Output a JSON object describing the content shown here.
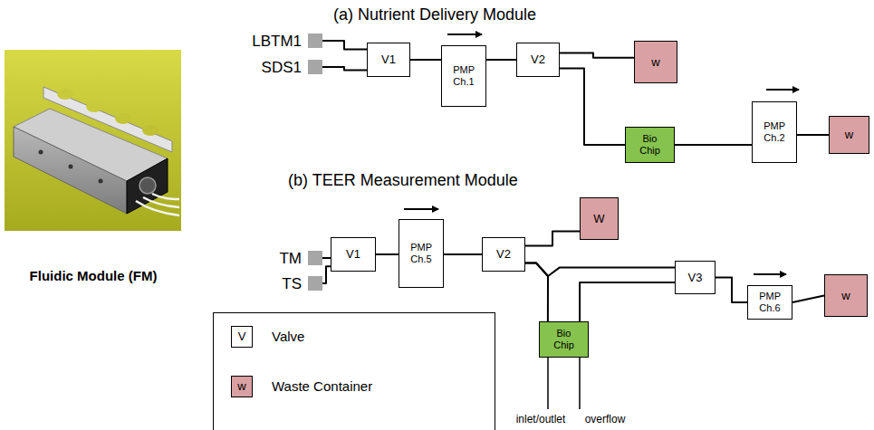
{
  "diagram": {
    "nodes": [
      {
        "text": [
          "LBTM1"
        ]
      },
      {
        "text": [
          "SDS1"
        ]
      },
      {
        "text": [
          "V1"
        ]
      },
      {
        "text": [
          "PMP Ch.1"
        ]
      },
      {
        "text": [
          "V2"
        ]
      },
      {
        "text": [
          "w"
        ]
      },
      {
        "text": [
          "Bio Chip"
        ]
      },
      {
        "text": [
          "PMP Ch.2"
        ]
      },
      {
        "text": [
          "w"
        ]
      },
      {
        "text": [
          "TM"
        ]
      },
      {
        "text": [
          "TS"
        ]
      },
      {
        "text": [
          "V1"
        ]
      },
      {
        "text": [
          "PMP Ch.5"
        ]
      },
      {
        "text": [
          "V2"
        ]
      },
      {
        "text": [
          "W"
        ]
      },
      {
        "text": [
          "Bio Chip"
        ]
      },
      {
        "text": [
          "V3"
        ]
      },
      {
        "text": [
          "PMP Ch.6"
        ]
      },
      {
        "text": [
          "w"
        ]
      }
    ],
    "edges": [
      {
        "from": 0,
        "to": 2,
        "arrow": "none"
      },
      {
        "from": 1,
        "to": 2,
        "arrow": "none"
      },
      {
        "from": 2,
        "to": 3,
        "arrow": "none"
      },
      {
        "from": 3,
        "to": 4,
        "arrow": "none"
      },
      {
        "from": 4,
        "to": 5,
        "arrow": "none"
      },
      {
        "from": 4,
        "to": 6,
        "arrow": "none"
      },
      {
        "from": 6,
        "to": 7,
        "arrow": "none"
      },
      {
        "from": 7,
        "to": 8,
        "arrow": "none"
      },
      {
        "from": 9,
        "to": 11,
        "arrow": "none"
      },
      {
        "from": 10,
        "to": 11,
        "arrow": "none"
      },
      {
        "from": 11,
        "to": 12,
        "arrow": "none"
      },
      {
        "from": 12,
        "to": 13,
        "arrow": "none"
      },
      {
        "from": 13,
        "to": 14,
        "arrow": "none"
      },
      {
        "from": 13,
        "to": 15,
        "arrow": "none"
      },
      {
        "from": 13,
        "to": 16,
        "arrow": "none"
      },
      {
        "from": 15,
        "to": 16,
        "arrow": "none"
      },
      {
        "from": 16,
        "to": 17,
        "arrow": "none"
      },
      {
        "from": 17,
        "to": 18,
        "arrow": "none"
      }
    ],
    "labels": [
      "(a) Nutrient Delivery Module",
      "(b) TEER Measurement Module",
      "Fluidic Module (FM)",
      "inlet/outlet",
      "overflow",
      "V",
      "w"
    ],
    "legend": [
      {
        "text": "Valve",
        "color": "#ffffff"
      },
      {
        "text": "Waste Container",
        "color": "#d9a1a3"
      }
    ]
  }
}
